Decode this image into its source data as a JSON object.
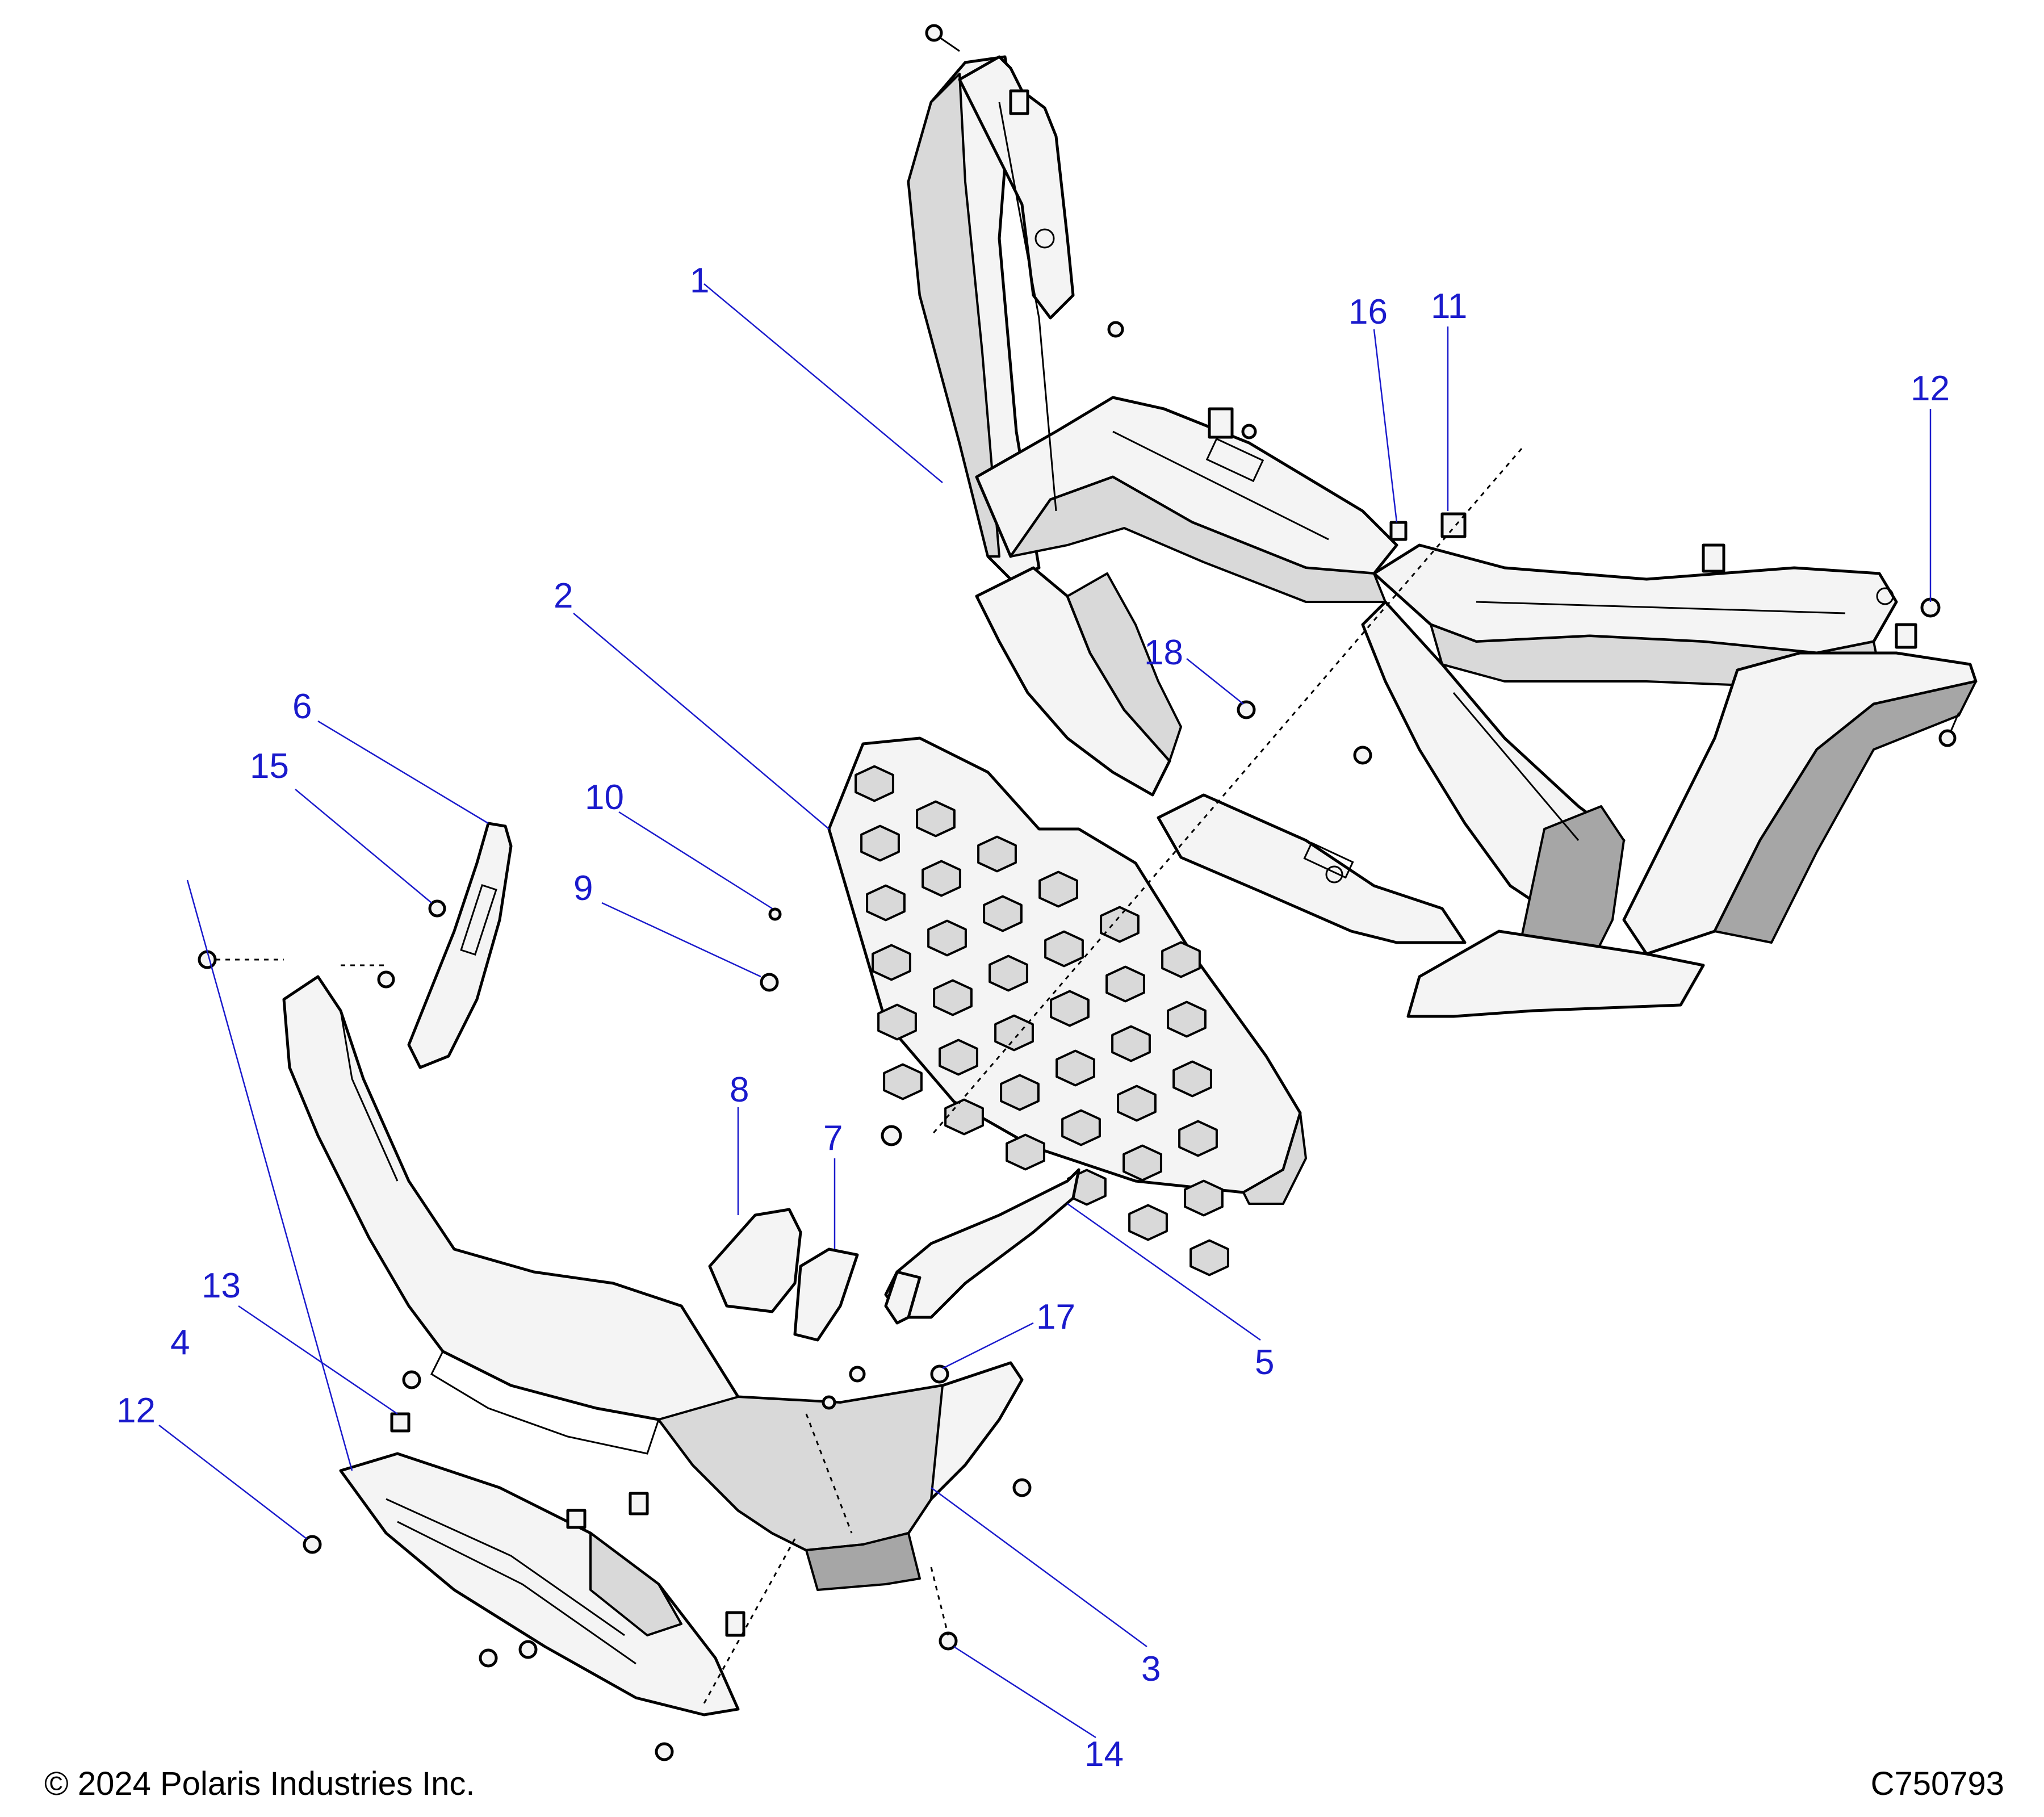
{
  "callouts": [
    {
      "id": "1",
      "label": "1"
    },
    {
      "id": "2",
      "label": "2"
    },
    {
      "id": "3",
      "label": "3"
    },
    {
      "id": "4",
      "label": "4"
    },
    {
      "id": "5",
      "label": "5"
    },
    {
      "id": "6",
      "label": "6"
    },
    {
      "id": "7",
      "label": "7"
    },
    {
      "id": "8",
      "label": "8"
    },
    {
      "id": "9",
      "label": "9"
    },
    {
      "id": "10",
      "label": "10"
    },
    {
      "id": "11",
      "label": "11"
    },
    {
      "id": "12a",
      "label": "12"
    },
    {
      "id": "12b",
      "label": "12"
    },
    {
      "id": "13",
      "label": "13"
    },
    {
      "id": "14",
      "label": "14"
    },
    {
      "id": "15",
      "label": "15"
    },
    {
      "id": "16",
      "label": "16"
    },
    {
      "id": "17",
      "label": "17"
    },
    {
      "id": "18",
      "label": "18"
    }
  ],
  "footer": {
    "copyright": "© 2024 Polaris Industries Inc.",
    "drawing_number": "C750793"
  },
  "colors": {
    "callout": "#1a1acc",
    "line_art": "#000000",
    "background": "#ffffff"
  }
}
